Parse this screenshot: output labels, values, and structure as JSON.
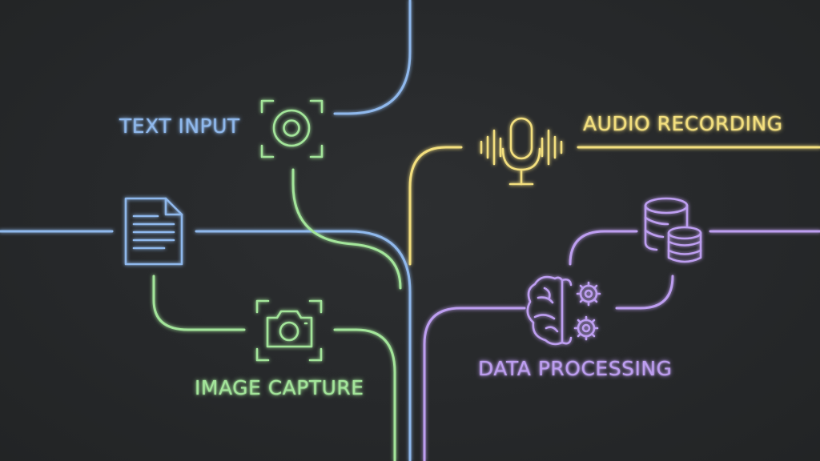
{
  "colors": {
    "background": "#26282a",
    "blue": "#8fb8ec",
    "green": "#a3e59a",
    "yellow": "#f3df7e",
    "purple": "#bd9ef0"
  },
  "nodes": [
    {
      "id": "text-input",
      "label": "TEXT INPUT",
      "color": "blue",
      "icons": [
        "focus-target-icon",
        "document-icon"
      ]
    },
    {
      "id": "image-capture",
      "label": "IMAGE CAPTURE",
      "color": "green",
      "icons": [
        "camera-icon"
      ]
    },
    {
      "id": "audio-recording",
      "label": "AUDIO RECORDING",
      "color": "yellow",
      "icons": [
        "microphone-icon"
      ]
    },
    {
      "id": "data-processing",
      "label": "DATA PROCESSING",
      "color": "purple",
      "icons": [
        "brain-icon",
        "gears-icon",
        "database-icon"
      ]
    }
  ]
}
